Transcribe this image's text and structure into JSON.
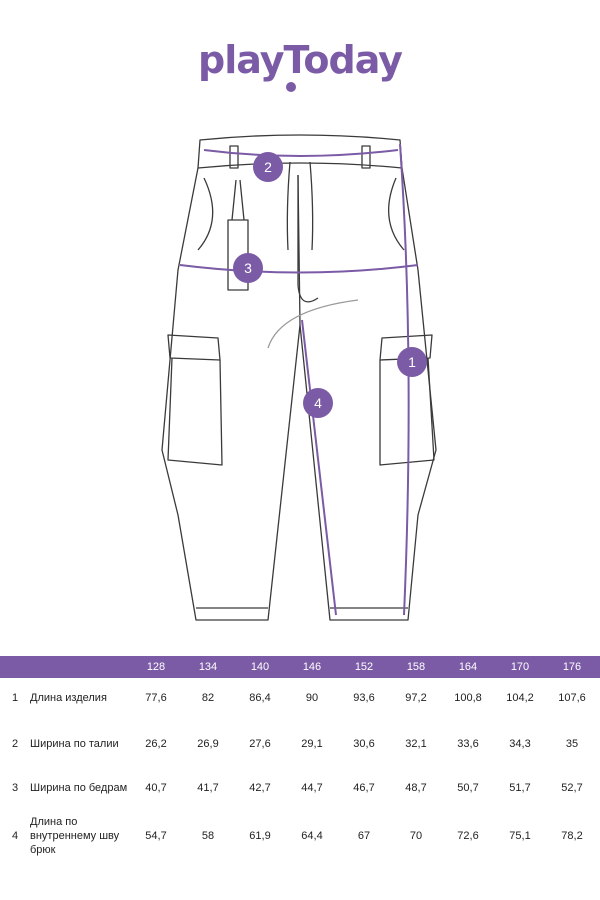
{
  "brand": {
    "name": "playToday",
    "color": "#7b5aa6",
    "colors": {
      "accent": "#7b5aa6",
      "line": "#3a3a3a",
      "header_bg": "#7b5aa6"
    }
  },
  "markers": [
    {
      "id": "1",
      "label": "1"
    },
    {
      "id": "2",
      "label": "2"
    },
    {
      "id": "3",
      "label": "3"
    },
    {
      "id": "4",
      "label": "4"
    }
  ],
  "table": {
    "sizes": [
      "128",
      "134",
      "140",
      "146",
      "152",
      "158",
      "164",
      "170",
      "176"
    ],
    "rows": [
      {
        "num": "1",
        "label": "Длина изделия",
        "values": [
          "77,6",
          "82",
          "86,4",
          "90",
          "93,6",
          "97,2",
          "100,8",
          "104,2",
          "107,6"
        ]
      },
      {
        "num": "2",
        "label": "Ширина по талии",
        "values": [
          "26,2",
          "26,9",
          "27,6",
          "29,1",
          "30,6",
          "32,1",
          "33,6",
          "34,3",
          "35"
        ]
      },
      {
        "num": "3",
        "label": "Ширина по бедрам",
        "values": [
          "40,7",
          "41,7",
          "42,7",
          "44,7",
          "46,7",
          "48,7",
          "50,7",
          "51,7",
          "52,7"
        ]
      },
      {
        "num": "4",
        "label": "Длина по внутреннему шву брюк",
        "values": [
          "54,7",
          "58",
          "61,9",
          "64,4",
          "67",
          "70",
          "72,6",
          "75,1",
          "78,2"
        ]
      }
    ]
  }
}
